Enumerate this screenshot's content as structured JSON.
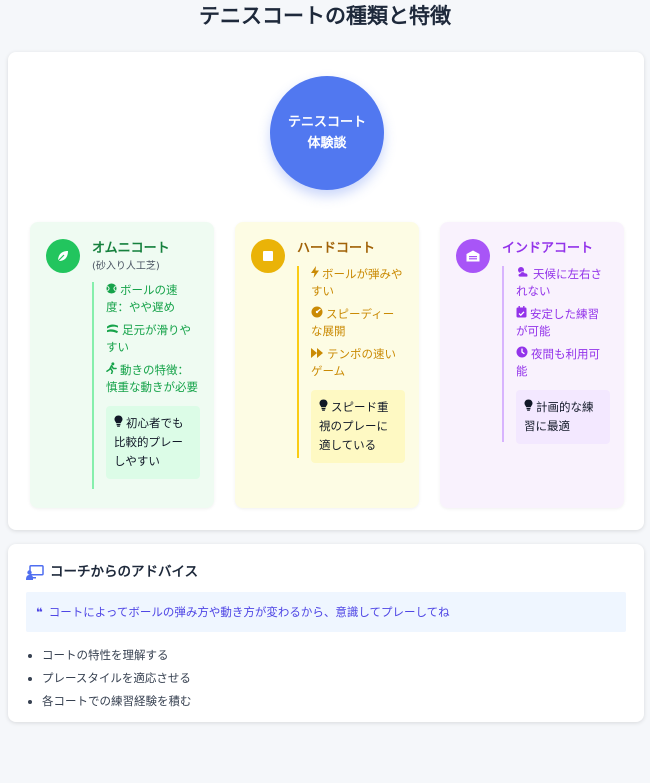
{
  "page": {
    "title": "テニスコートの種類と特徴"
  },
  "hub": {
    "label": "テニスコート\n体験談"
  },
  "courts": [
    {
      "id": "omni",
      "name": "オムニコート",
      "sub": "(砂入り人工芝)",
      "icon": "leaf-icon",
      "features": [
        {
          "icon": "tennis-ball-icon",
          "text": "ボールの速度：やや遅め"
        },
        {
          "icon": "slip-icon",
          "text": "足元が滑りやすい"
        },
        {
          "icon": "running-icon",
          "text": "動きの特徴：慎重な動きが必要"
        }
      ],
      "tip": "初心者でも比較的プレーしやすい"
    },
    {
      "id": "hard",
      "name": "ハードコート",
      "icon": "square-icon",
      "features": [
        {
          "icon": "bolt-icon",
          "text": "ボールが弾みやすい"
        },
        {
          "icon": "gauge-icon",
          "text": "スピーディーな展開"
        },
        {
          "icon": "fast-forward-icon",
          "text": "テンポの速いゲーム"
        }
      ],
      "tip": "スピード重視のプレーに適している"
    },
    {
      "id": "indoor",
      "name": "インドアコート",
      "icon": "warehouse-icon",
      "features": [
        {
          "icon": "cloud-sun-icon",
          "text": "天候に左右されない"
        },
        {
          "icon": "calendar-check-icon",
          "text": "安定した練習が可能"
        },
        {
          "icon": "clock-icon",
          "text": "夜間も利用可能"
        }
      ],
      "tip": "計画的な練習に最適"
    }
  ],
  "advice": {
    "title": "コーチからのアドバイス",
    "quote": "コートによってボールの弾み方や動き方が変わるから、意識してプレーしてね",
    "items": [
      "コートの特性を理解する",
      "プレースタイルを適応させる",
      "各コートでの練習経験を積む"
    ]
  },
  "colors": {
    "hub": "#5178f0",
    "omni": "#22c55e",
    "hard": "#eab308",
    "indoor": "#a855f7",
    "quote": "#4f46e5"
  }
}
